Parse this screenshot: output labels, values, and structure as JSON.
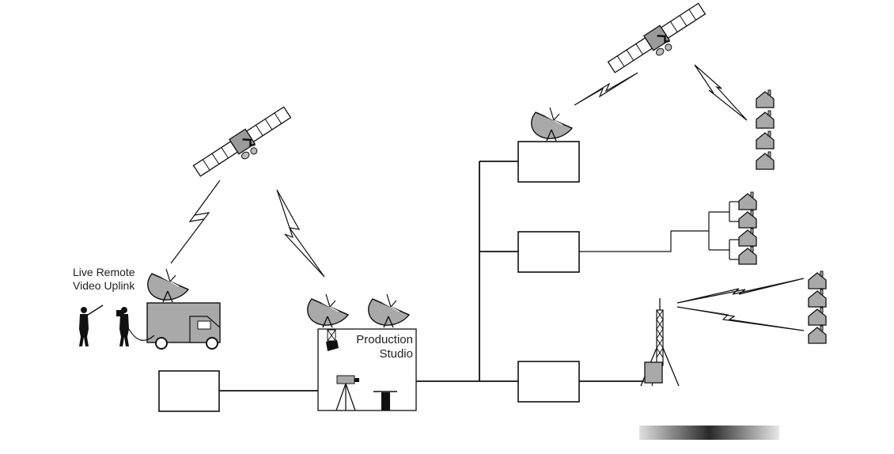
{
  "labels": {
    "remote_uplink_line1": "Live Remote",
    "remote_uplink_line2": "Video Uplink",
    "studio_line1": "Production",
    "studio_line2": "Studio"
  },
  "colors": {
    "line": "#111111",
    "equipment_fill": "#a9a9a9",
    "satellite_fill": "#ffffff",
    "background": "#ffffff"
  },
  "icons": {
    "satellite": "satellite-icon",
    "dish": "satellite-dish-icon",
    "truck": "broadcast-truck-icon",
    "house": "house-icon",
    "tower": "transmission-tower-icon",
    "camera": "studio-camera-icon",
    "person": "person-icon"
  }
}
